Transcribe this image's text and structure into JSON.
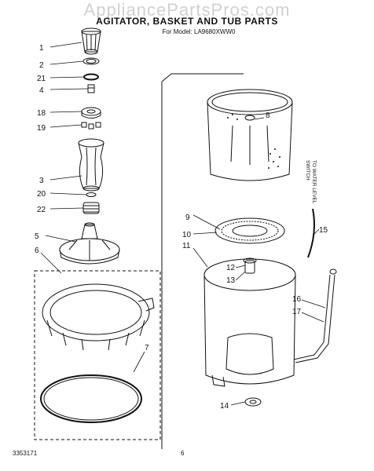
{
  "watermark": "AppliancePartsPros.com",
  "title": "AGITATOR, BASKET AND TUB PARTS",
  "subtitle": "For Model: LA9680XWW0",
  "side_note_line1": "TO WATER LEVEL",
  "side_note_line2": "SWITCH",
  "footer_code": "3353171",
  "page_number": "6",
  "callouts": [
    "1",
    "2",
    "21",
    "4",
    "18",
    "19",
    "3",
    "20",
    "22",
    "5",
    "6",
    "7",
    "8",
    "9",
    "10",
    "11",
    "12",
    "13",
    "14",
    "15",
    "16",
    "17"
  ]
}
